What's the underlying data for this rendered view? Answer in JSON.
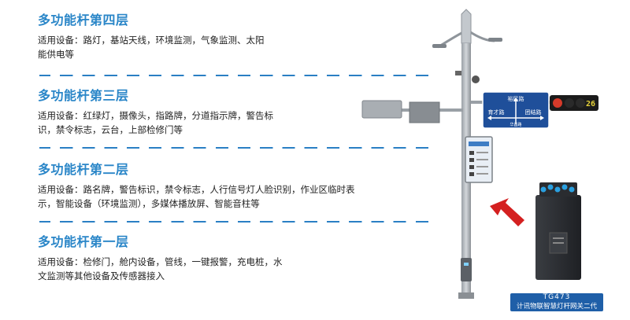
{
  "layers": [
    {
      "title": "多功能杆第四层",
      "desc": "适用设备：路灯，基站天线，环境监测，气象监测、太阳能供电等"
    },
    {
      "title": "多功能杆第三层",
      "desc": "适用设备：红绿灯，摄像头，指路牌，分道指示牌，警告标识，禁令标志，云台，上部检修门等"
    },
    {
      "title": "多功能杆第二层",
      "desc": "适用设备：路名牌，警告标识，禁令标志，人行信号灯人脸识别，作业区临时表示，智能设备（环境监测），多媒体播放屏、智能音柱等"
    },
    {
      "title": "多功能杆第一层",
      "desc": "适用设备：检修门，舱内设备，管线，一键报警，充电桩，水文监测等其他设备及传感器接入"
    }
  ],
  "sign": {
    "top": "裕民路",
    "left": "育才路",
    "right": "团结路",
    "bottom": "华昌路"
  },
  "signal_countdown": "26",
  "gateway": {
    "model": "TG473",
    "name": "计讯物联智慧灯杆网关二代"
  },
  "colors": {
    "title": "#2a86c8",
    "divider": "#2a7fc4",
    "sign_bg": "#1f4f9a",
    "label_bg": "#1f5fa8",
    "arrow": "#d42020"
  }
}
